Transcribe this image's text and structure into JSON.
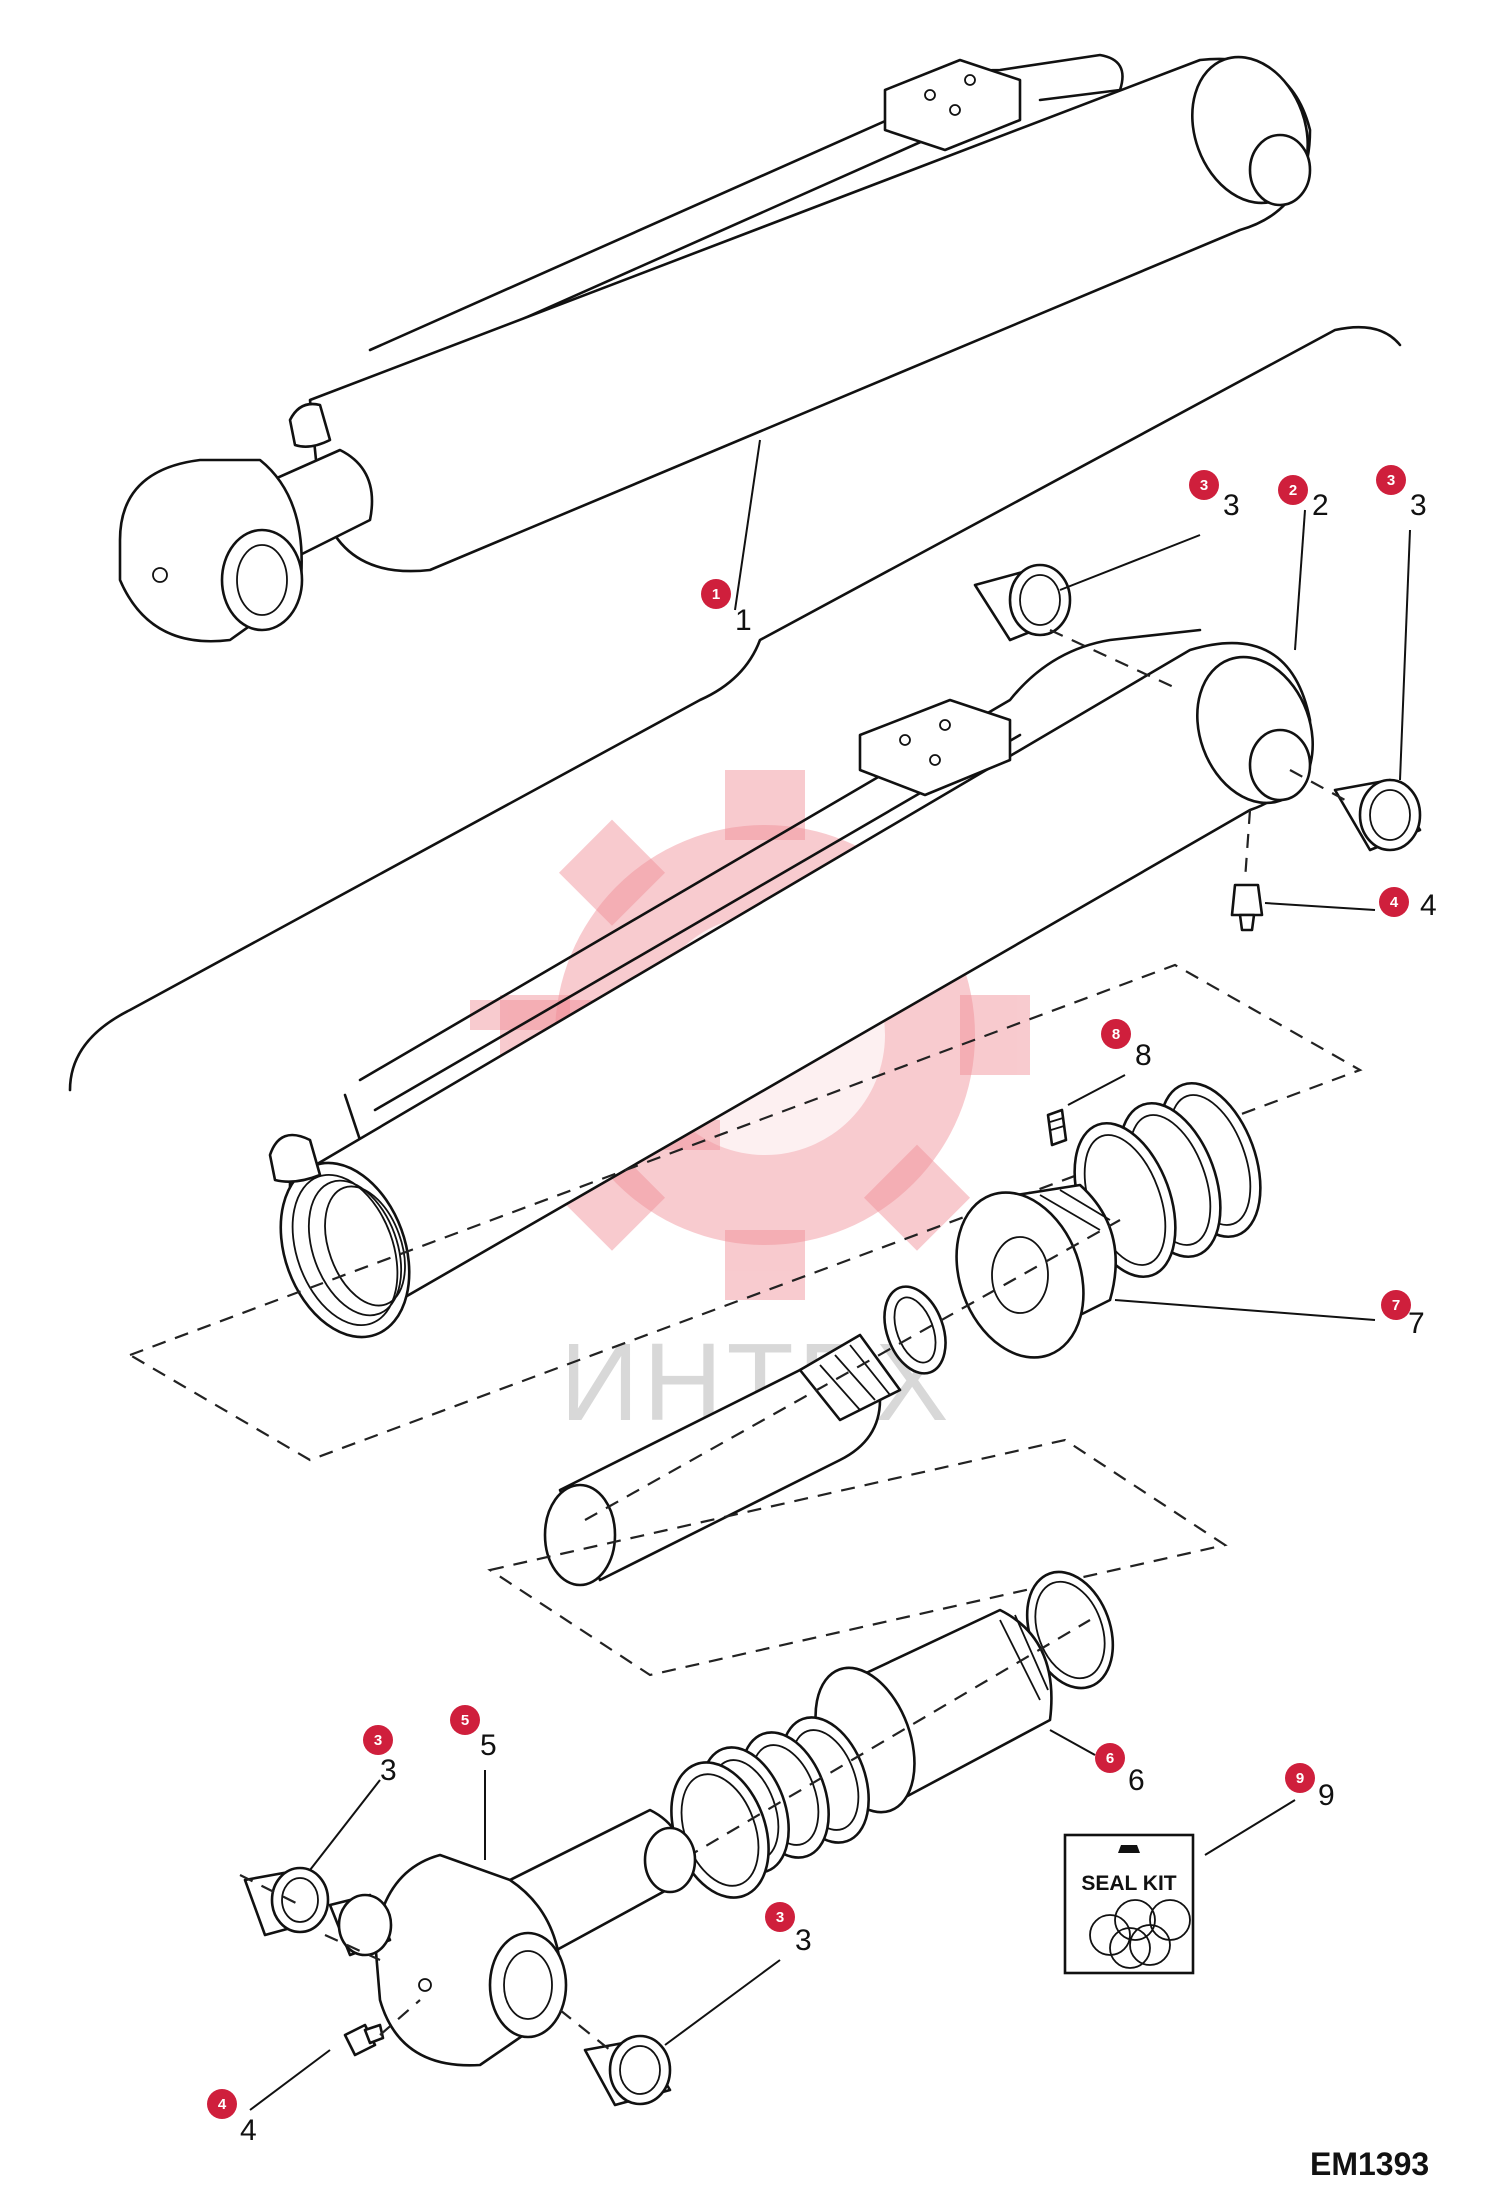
{
  "watermark": {
    "text": "ИНТЕХ",
    "color": "#f08c95"
  },
  "reference": "EM1393",
  "seal_kit": {
    "label": "SEAL KIT"
  },
  "callouts": [
    {
      "id": "c1",
      "number": "1",
      "badge": "1"
    },
    {
      "id": "c2",
      "number": "2",
      "badge": "2"
    },
    {
      "id": "c3a",
      "number": "3",
      "badge": "3"
    },
    {
      "id": "c3b",
      "number": "3",
      "badge": "3"
    },
    {
      "id": "c4a",
      "number": "4",
      "badge": "4"
    },
    {
      "id": "c8",
      "number": "8",
      "badge": "8"
    },
    {
      "id": "c7",
      "number": "7",
      "badge": "7"
    },
    {
      "id": "c3c",
      "number": "3",
      "badge": "3"
    },
    {
      "id": "c5",
      "number": "5",
      "badge": "5"
    },
    {
      "id": "c6",
      "number": "6",
      "badge": "6"
    },
    {
      "id": "c9",
      "number": "9",
      "badge": "9"
    },
    {
      "id": "c3d",
      "number": "3",
      "badge": "3"
    },
    {
      "id": "c4b",
      "number": "4",
      "badge": "4"
    }
  ],
  "colors": {
    "badge": "#cf1f3c",
    "line": "#111111"
  }
}
